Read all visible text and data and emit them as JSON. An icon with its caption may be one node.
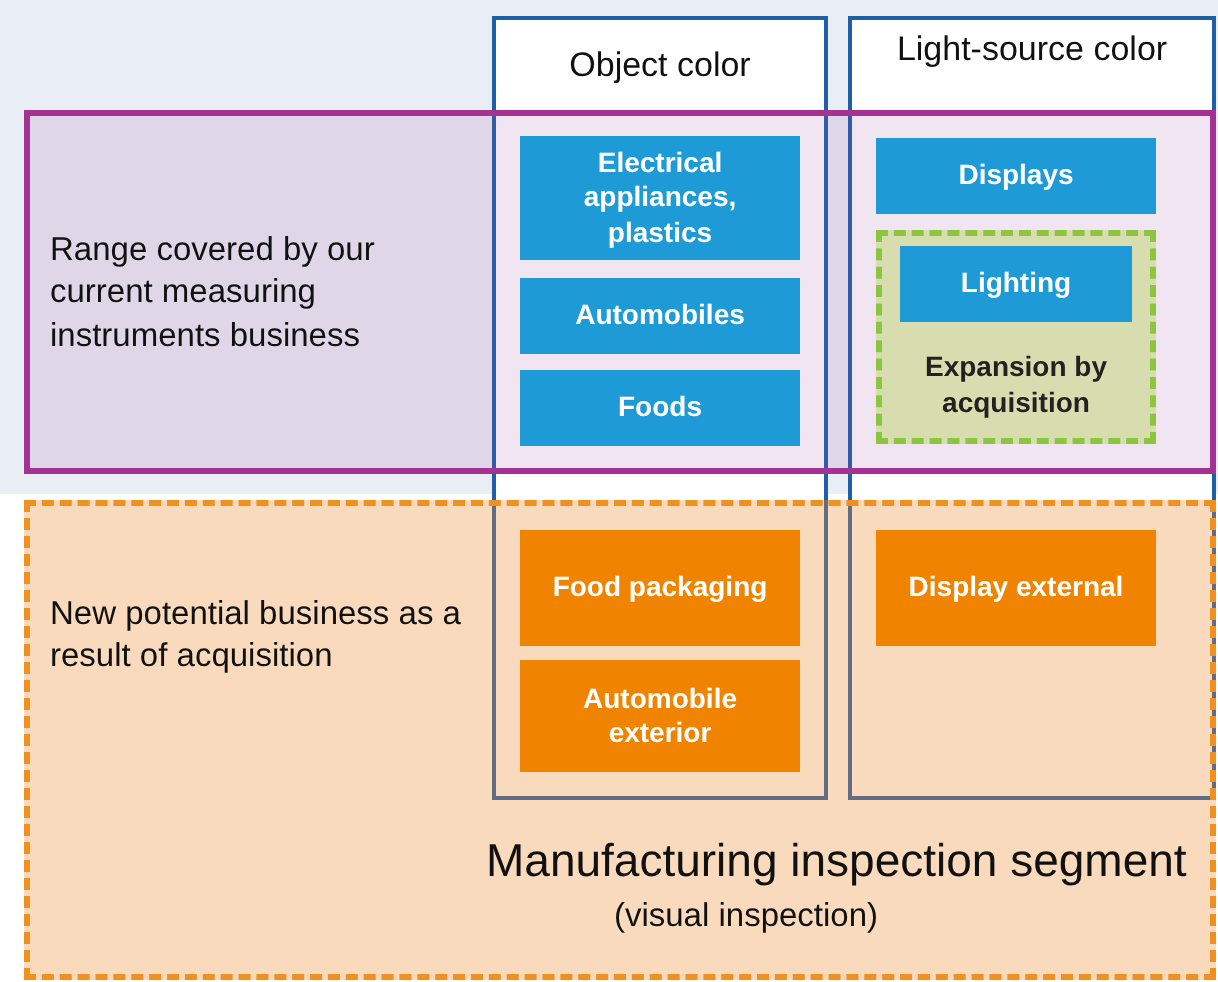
{
  "diagram": {
    "nodes": [
      {
        "text": [
          "Object color"
        ]
      },
      {
        "text": [
          "Light-source color"
        ]
      },
      {
        "text": [
          "Range covered by our current measuring instruments business"
        ]
      },
      {
        "text": [
          "New potential business as a result of acquisition",
          "Manufacturing inspection segment",
          "(visual inspection)"
        ]
      },
      {
        "text": [
          "Electrical appliances, plastics"
        ]
      },
      {
        "text": [
          "Automobiles"
        ]
      },
      {
        "text": [
          "Foods"
        ]
      },
      {
        "text": [
          "Displays"
        ]
      },
      {
        "text": [
          "Expansion by acquisition"
        ]
      },
      {
        "text": [
          "Lighting"
        ],
        "in": 8
      },
      {
        "text": [
          "Food packaging"
        ]
      },
      {
        "text": [
          "Automobile exterior"
        ]
      },
      {
        "text": [
          "Display external"
        ]
      }
    ]
  }
}
